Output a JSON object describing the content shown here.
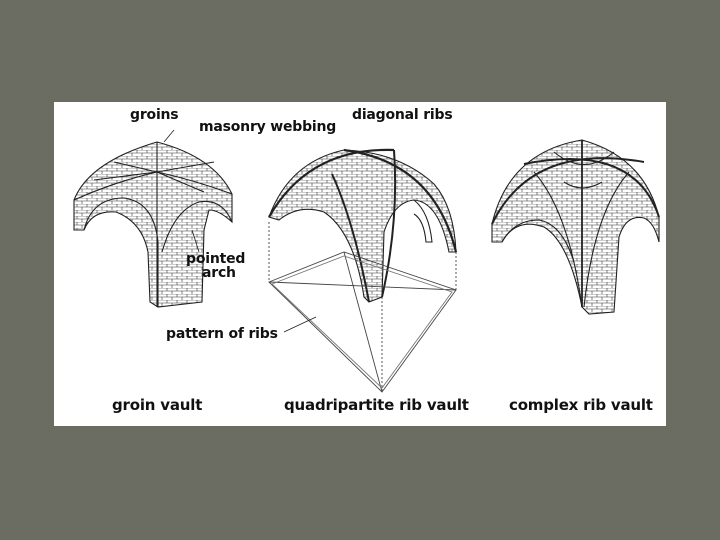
{
  "labels": {
    "groins": "groins",
    "masonry_webbing": "masonry webbing",
    "diagonal_ribs": "diagonal ribs",
    "pointed": "pointed",
    "arch": "arch",
    "pattern_of_ribs": "pattern of ribs"
  },
  "captions": {
    "groin_vault": "groin vault",
    "quadripartite_rib_vault": "quadripartite rib vault",
    "complex_rib_vault": "complex rib vault"
  },
  "colors": {
    "slide_background": "#6c6d62",
    "figure_background": "#ffffff",
    "ink": "#111111"
  }
}
